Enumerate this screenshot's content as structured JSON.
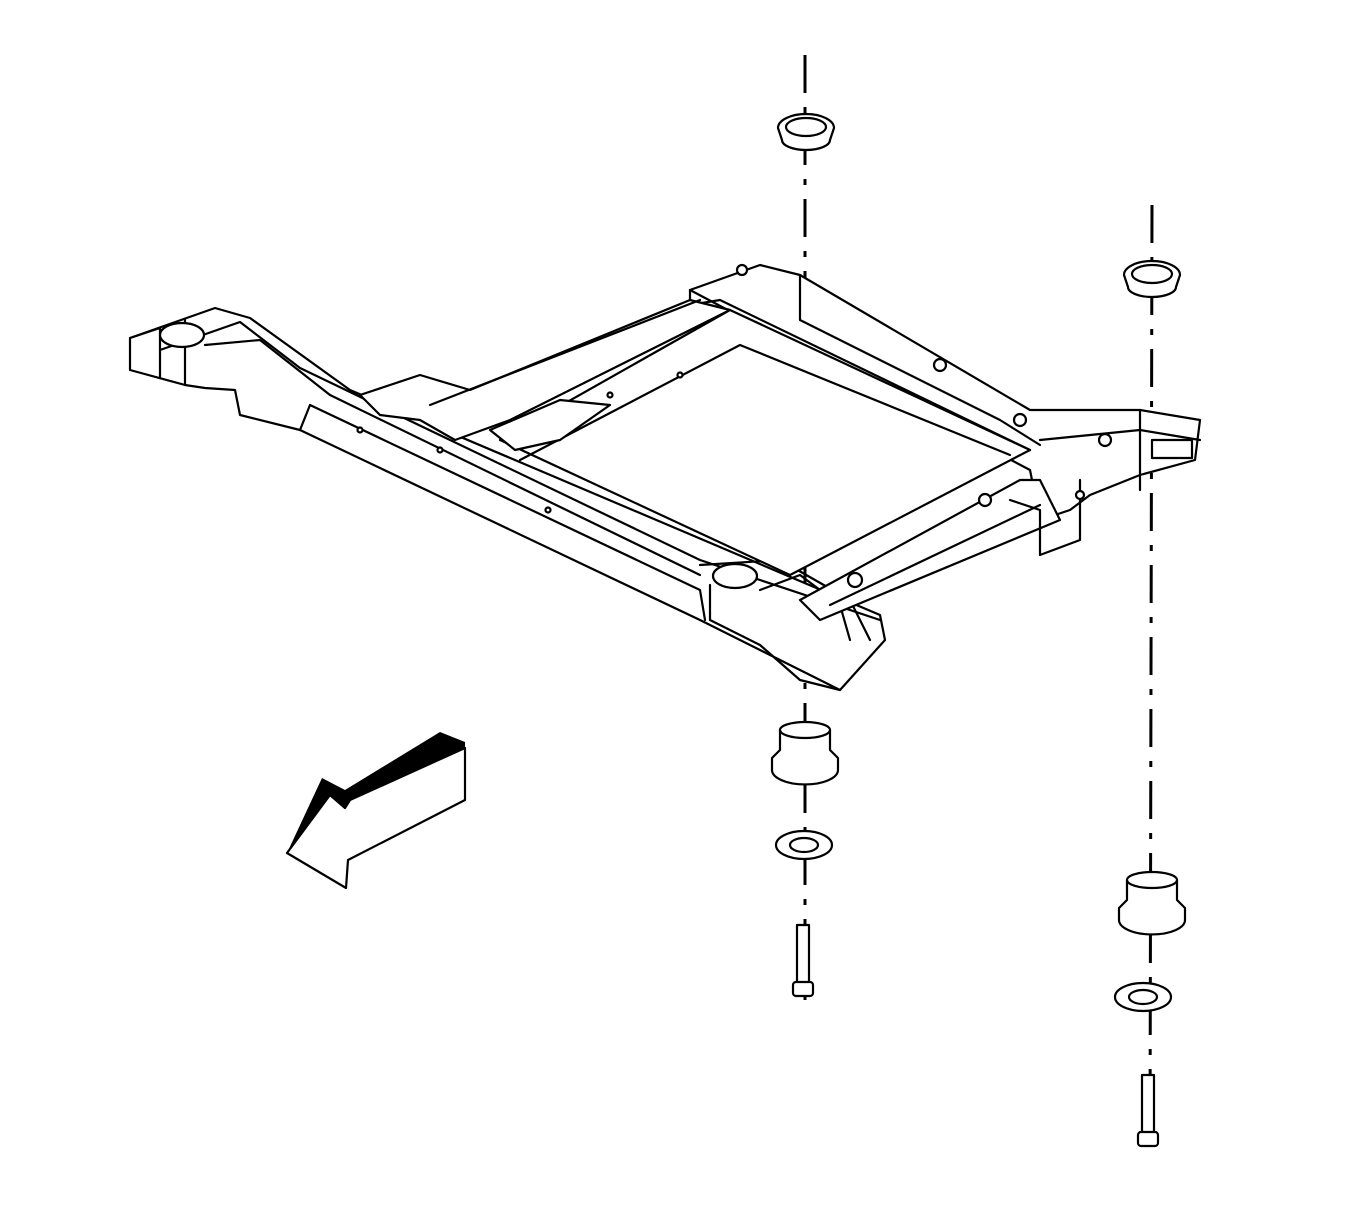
{
  "diagram": {
    "colors": {
      "line": "#000000",
      "background": "#ffffff"
    },
    "parts": [
      {
        "id": "frame",
        "icon": "subframe-cradle"
      },
      {
        "id": "upper-insulator-left",
        "icon": "insulator"
      },
      {
        "id": "upper-insulator-right",
        "icon": "insulator"
      },
      {
        "id": "lower-insulator-left",
        "icon": "insulator"
      },
      {
        "id": "lower-insulator-right",
        "icon": "insulator"
      },
      {
        "id": "retainer-left",
        "icon": "washer"
      },
      {
        "id": "retainer-right",
        "icon": "washer"
      },
      {
        "id": "bolt-left",
        "icon": "bolt"
      },
      {
        "id": "bolt-right",
        "icon": "bolt"
      },
      {
        "id": "front-arrow",
        "icon": "direction-arrow"
      }
    ]
  }
}
